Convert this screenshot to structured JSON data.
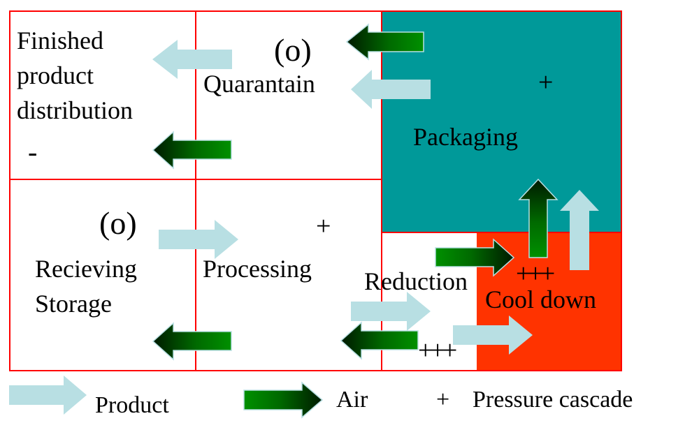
{
  "colors": {
    "grid_line": "#ff0000",
    "packaging_fill": "#009999",
    "cooldown_fill": "#ff3300",
    "product_arrow": "#b8dfe3",
    "air_arrow_light": "#008a00",
    "air_arrow_dark": "#002200"
  },
  "rooms": {
    "finished": {
      "label_lines": [
        "Finished",
        "product",
        "distribution"
      ],
      "pressure": "-"
    },
    "quarantain": {
      "label": "Quarantain",
      "pressure": "(o)"
    },
    "packaging": {
      "label": "Packaging",
      "pressure": "+"
    },
    "receiving": {
      "label_lines": [
        "Recieving",
        "Storage"
      ],
      "pressure": "(o)"
    },
    "processing": {
      "label": "Processing",
      "pressure": "+"
    },
    "reduction": {
      "label": "Reduction",
      "pressure": "+++"
    },
    "cooldown": {
      "label": "Cool down",
      "pressure": "+++"
    }
  },
  "legend": {
    "product": "Product",
    "air": "Air",
    "pressure_symbol": "+",
    "pressure": "Pressure cascade"
  }
}
